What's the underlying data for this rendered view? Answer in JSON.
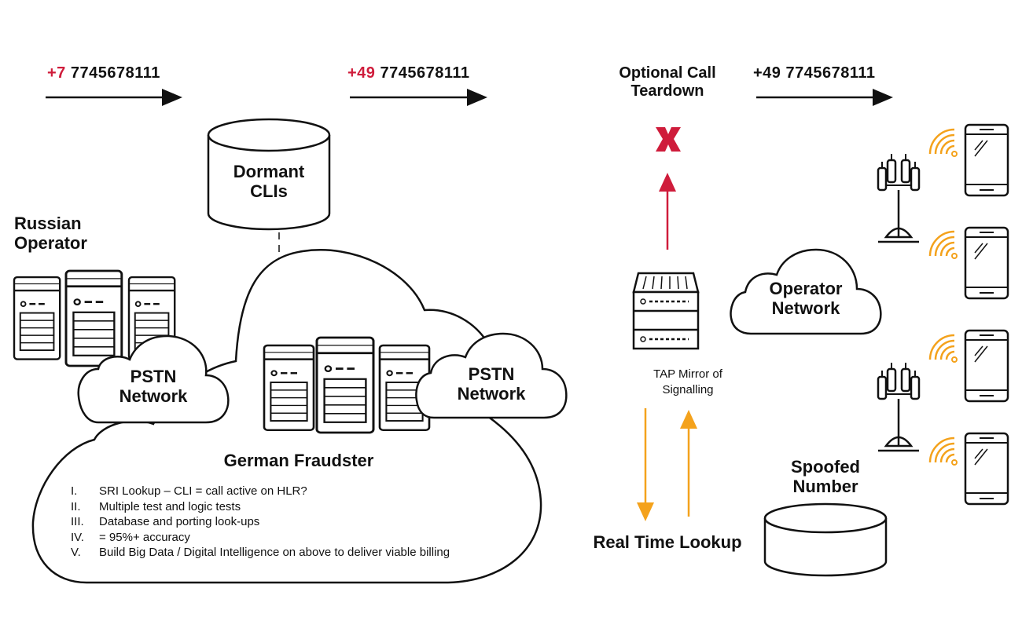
{
  "header": {
    "number_1_prefix": "+7",
    "number_1_rest": " 7745678111",
    "number_2_prefix": "+49",
    "number_2_rest": " 7745678111",
    "teardown_label_line1": "Optional Call",
    "teardown_label_line2": "Teardown",
    "number_3": "+49 7745678111"
  },
  "nodes": {
    "dormant_line1": "Dormant",
    "dormant_line2": "CLIs",
    "russian_line1": "Russian",
    "russian_line2": "Operator",
    "pstn_left_line1": "PSTN",
    "pstn_left_line2": "Network",
    "pstn_right_line1": "PSTN",
    "pstn_right_line2": "Network",
    "german_fraudster": "German Fraudster",
    "operator_line1": "Operator",
    "operator_line2": "Network",
    "tap_line1": "TAP Mirror of",
    "tap_line2": "Signalling",
    "spoofed_line1": "Spoofed",
    "spoofed_line2": "Number",
    "realtime": "Real Time Lookup",
    "teardown_mark": "X"
  },
  "steps": [
    {
      "numeral": "I.",
      "text": "SRI Lookup – CLI =  call active on HLR?"
    },
    {
      "numeral": "II.",
      "text": "Multiple test and logic tests"
    },
    {
      "numeral": "III.",
      "text": "Database and porting look-ups"
    },
    {
      "numeral": "IV.",
      "text": "= 95%+ accuracy"
    },
    {
      "numeral": "V.",
      "text": "Build Big Data / Digital Intelligence on above to deliver viable billing"
    }
  ],
  "colors": {
    "accent_red": "#cf1c3b",
    "accent_orange": "#f4a21c",
    "ink": "#111111"
  }
}
